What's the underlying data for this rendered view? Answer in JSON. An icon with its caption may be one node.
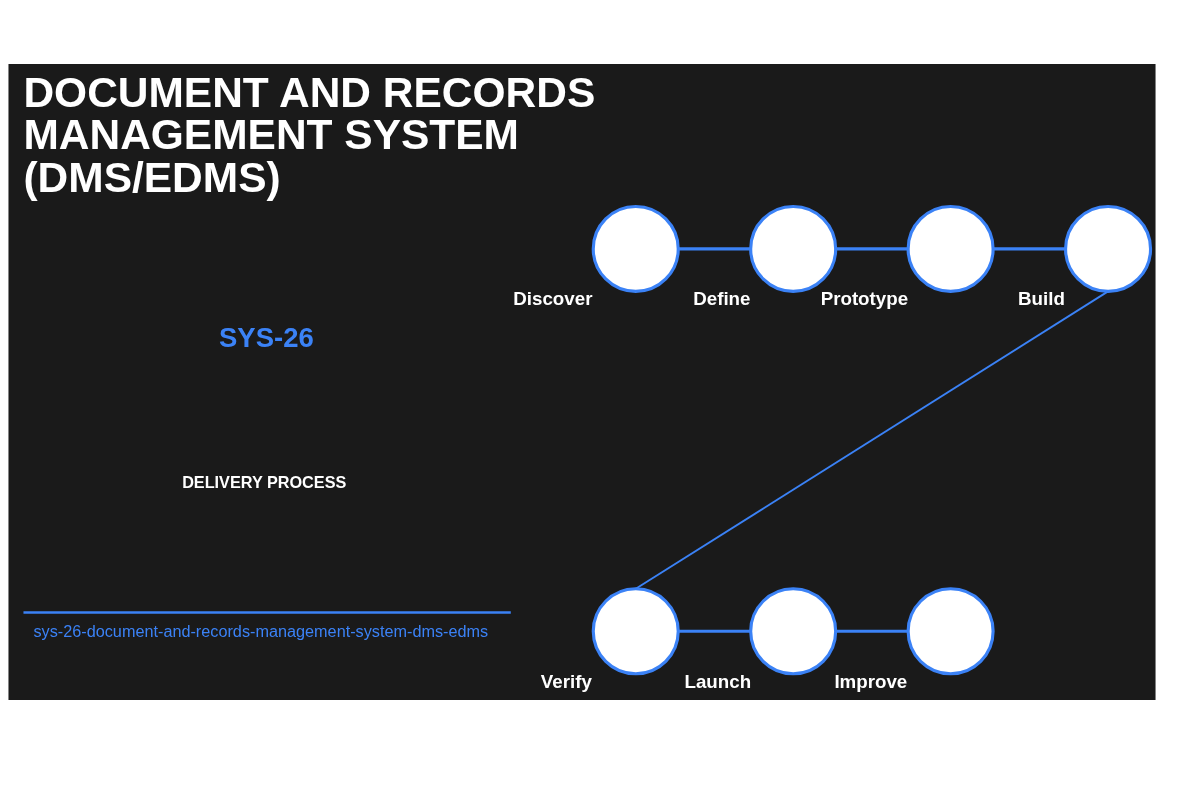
{
  "diagram": {
    "title": "DOCUMENT AND RECORDS MANAGEMENT SYSTEM (DMS/EDMS)",
    "nodes": [
      {
        "text": [],
        "shape": "circle",
        "beside": [
          "Discover"
        ]
      },
      {
        "text": [],
        "shape": "circle",
        "beside": [
          "Define"
        ]
      },
      {
        "text": [],
        "shape": "circle",
        "beside": [
          "Prototype"
        ]
      },
      {
        "text": [],
        "shape": "circle",
        "beside": [
          "Build"
        ]
      },
      {
        "text": [],
        "shape": "circle",
        "beside": [
          "Verify"
        ]
      },
      {
        "text": [],
        "shape": "circle",
        "beside": [
          "Launch"
        ]
      },
      {
        "text": [],
        "shape": "circle",
        "beside": [
          "Improve"
        ]
      }
    ],
    "edges": [
      {
        "from": 0,
        "to": 1,
        "arrow": "none"
      },
      {
        "from": 1,
        "to": 2,
        "arrow": "none"
      },
      {
        "from": 2,
        "to": 3,
        "arrow": "none"
      },
      {
        "from": 3,
        "to": 4,
        "arrow": "none"
      },
      {
        "from": 4,
        "to": 5,
        "arrow": "none"
      },
      {
        "from": 5,
        "to": 6,
        "arrow": "none"
      }
    ],
    "labels": [
      "SYS-26",
      "DELIVERY PROCESS",
      "sys-26-document-and-records-management-system-dms-edms"
    ]
  }
}
